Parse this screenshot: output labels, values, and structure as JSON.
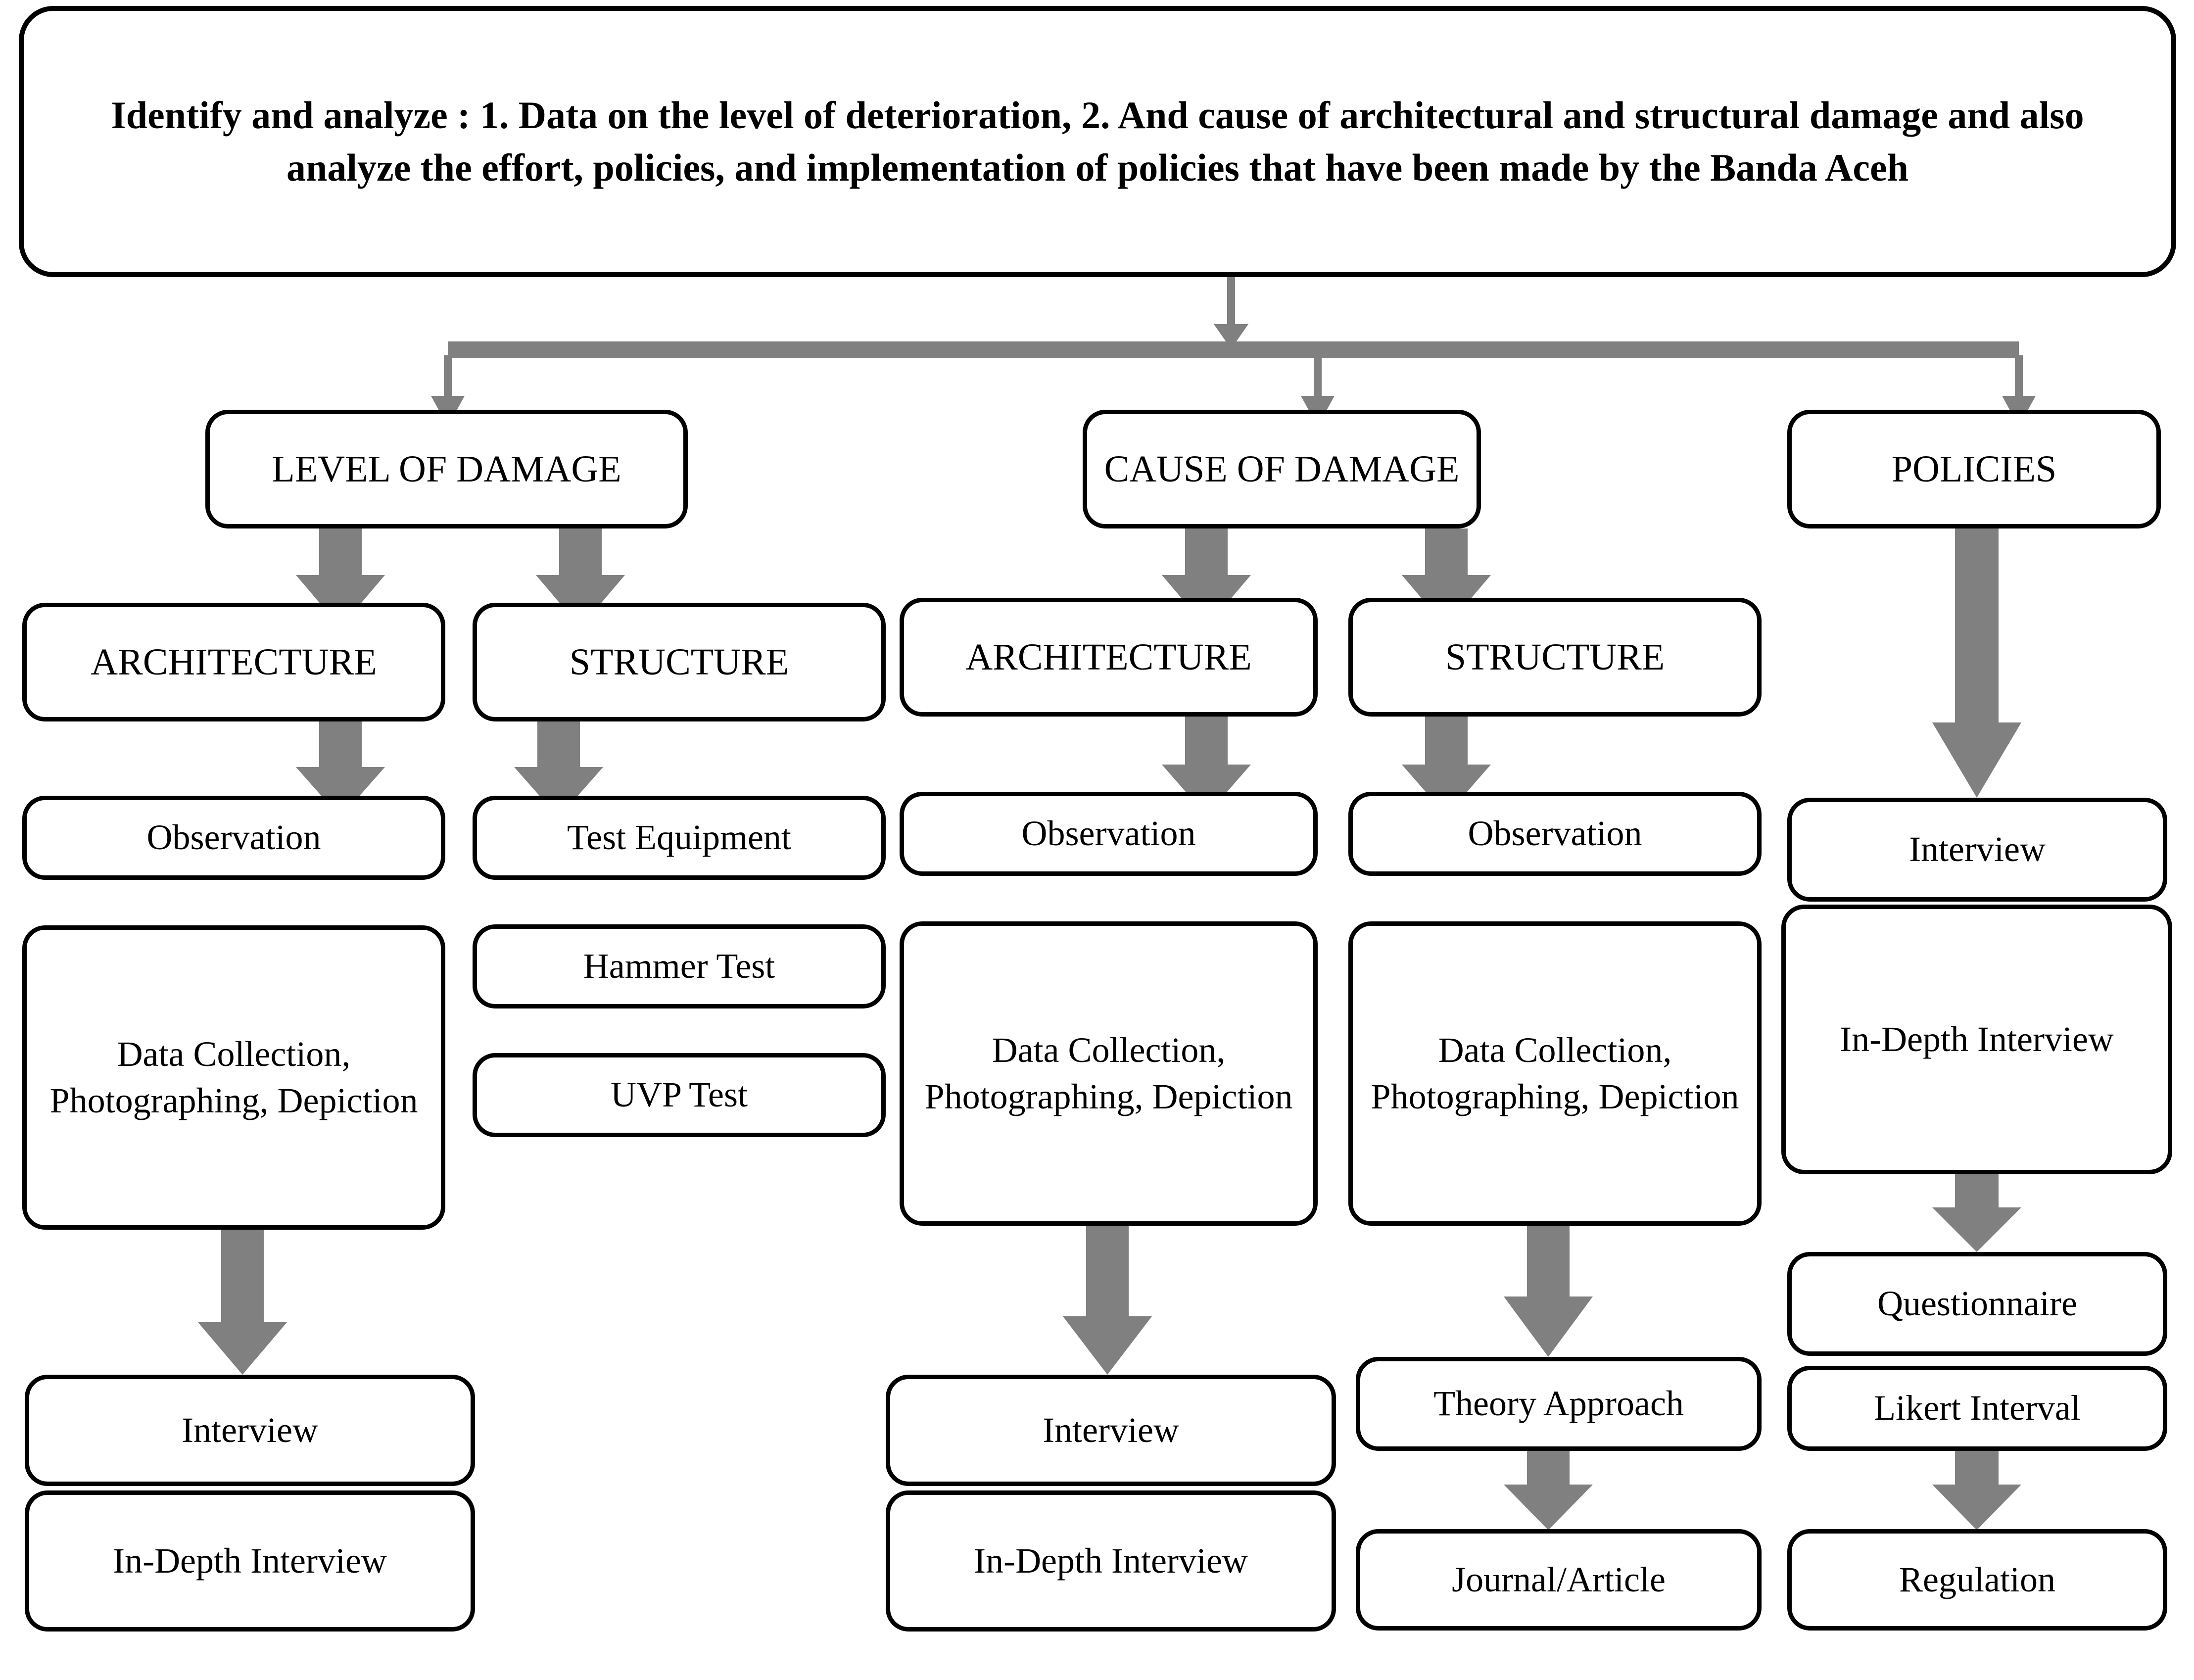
{
  "diagram": {
    "title_box": {
      "text": "Identify and analyze : 1. Data on the level of deterioration,  2.  And cause of architectural and structural damage and also analyze the effort, policies, and implementation of policies that have been made by the Banda Aceh"
    },
    "branches": [
      {
        "label": "LEVEL OF DAMAGE"
      },
      {
        "label": "CAUSE OF DAMAGE"
      },
      {
        "label": "POLICIES"
      }
    ],
    "categories": [
      {
        "label": "ARCHITECTURE"
      },
      {
        "label": "STRUCTURE"
      },
      {
        "label": "ARCHITECTURE"
      },
      {
        "label": "STRUCTURE"
      }
    ],
    "methods": {
      "level_architecture": [
        {
          "label": "Observation"
        },
        {
          "label": "Data Collection, Photographing, Depiction"
        },
        {
          "label": "Interview"
        },
        {
          "label": "In-Depth Interview"
        }
      ],
      "level_structure": [
        {
          "label": "Test Equipment"
        },
        {
          "label": "Hammer Test"
        },
        {
          "label": "UVP Test"
        }
      ],
      "cause_architecture": [
        {
          "label": "Observation"
        },
        {
          "label": "Data Collection, Photographing, Depiction"
        },
        {
          "label": "Interview"
        },
        {
          "label": "In-Depth Interview"
        }
      ],
      "cause_structure": [
        {
          "label": "Observation"
        },
        {
          "label": "Data Collection, Photographing, Depiction"
        },
        {
          "label": "Theory Approach"
        },
        {
          "label": "Journal/Article"
        }
      ],
      "policies": [
        {
          "label": "Interview"
        },
        {
          "label": "In-Depth Interview"
        },
        {
          "label": "Questionnaire"
        },
        {
          "label": "Likert Interval"
        },
        {
          "label": "Regulation"
        }
      ]
    },
    "colors": {
      "box_border": "#000000",
      "box_fill": "#ffffff",
      "arrow_fill": "#808080",
      "text": "#000000"
    }
  }
}
